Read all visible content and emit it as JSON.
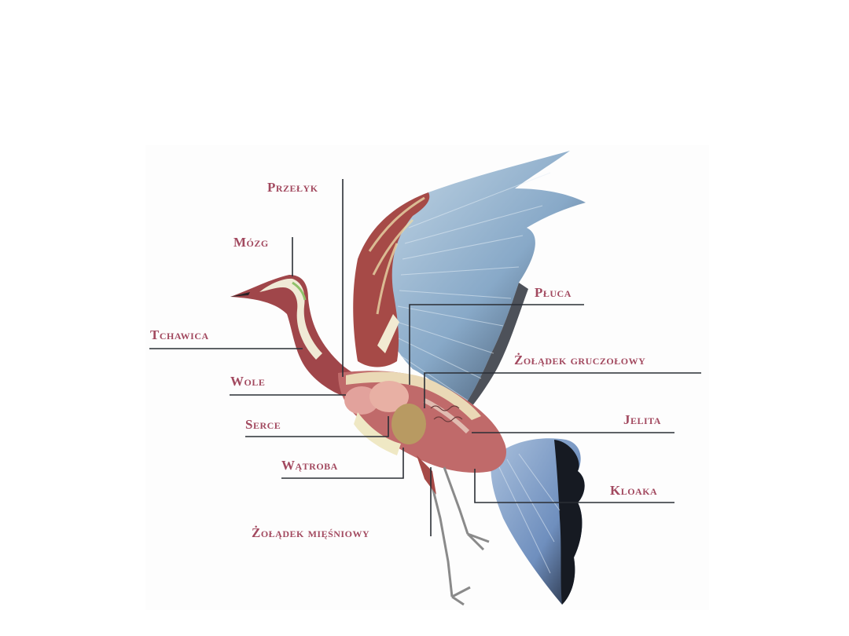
{
  "diagram": {
    "subject": "Bird internal anatomy (Polish labels)",
    "colors": {
      "label_text": "#9b3a52",
      "leader_line": "#2a2e35",
      "muscle": "#a8494b",
      "feather_blue": "#8fb0cf",
      "feather_dark": "#1e2430",
      "bone_cream": "#ece3bf"
    },
    "labels": {
      "przelyk": "Przełyk",
      "mozg": "Mózg",
      "tchawica": "Tchawica",
      "wole": "Wole",
      "serce": "Serce",
      "watroba": "Wątroba",
      "zoladek_miesniowy": "Żołądek mięśniowy",
      "pluca": "Płuca",
      "zoladek_gruczolowy": "Żołądek gruczołowy",
      "jelita": "Jelita",
      "kloaka": "Kloaka"
    }
  }
}
